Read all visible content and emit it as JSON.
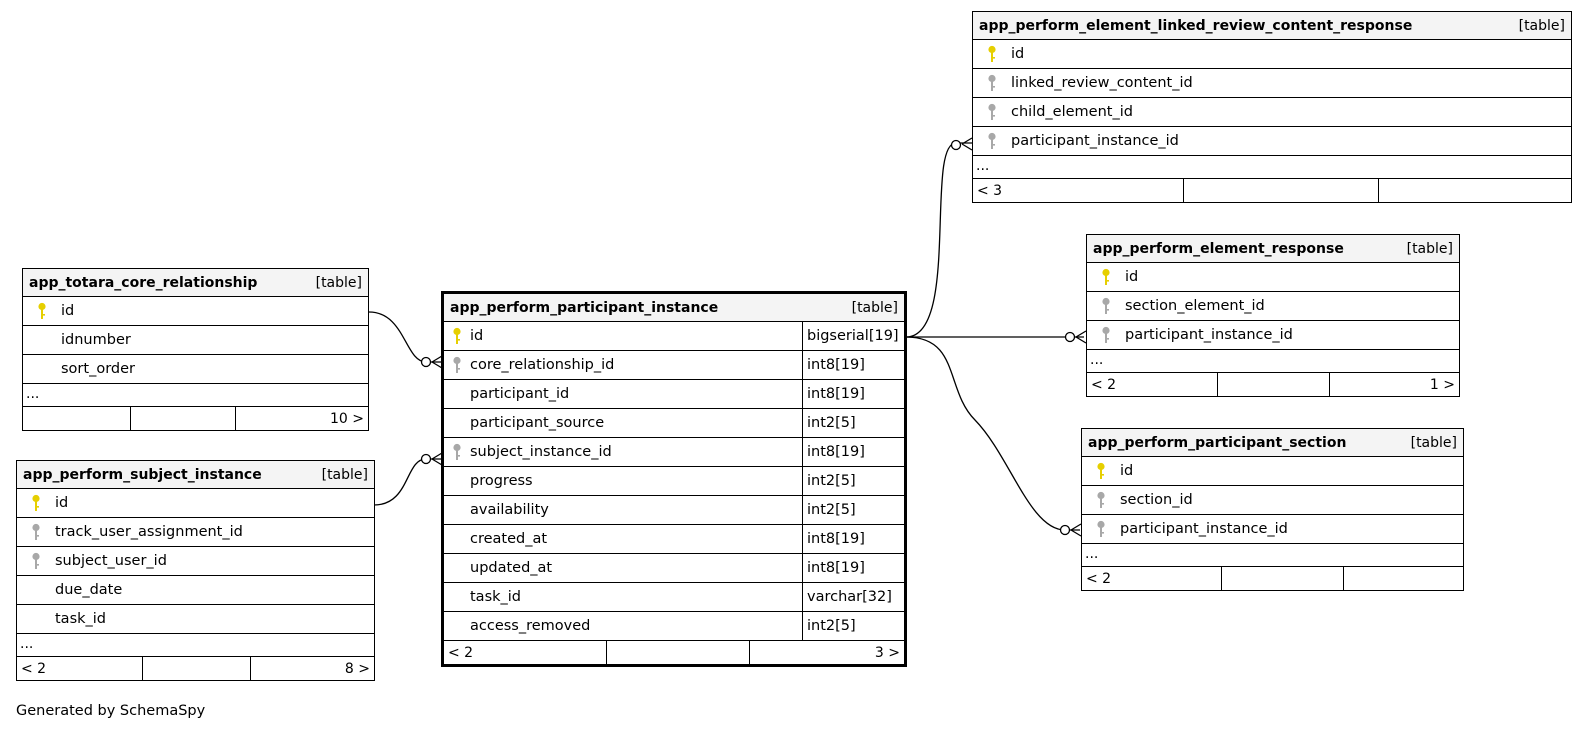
{
  "tables": {
    "core_relationship": {
      "name": "app_totara_core_relationship",
      "kind": "[table]",
      "columns": [
        {
          "name": "id",
          "key": "primary"
        },
        {
          "name": "idnumber",
          "key": "none"
        },
        {
          "name": "sort_order",
          "key": "none"
        }
      ],
      "more": "...",
      "footer": [
        "",
        "",
        "10 >"
      ]
    },
    "subject_instance": {
      "name": "app_perform_subject_instance",
      "kind": "[table]",
      "columns": [
        {
          "name": "id",
          "key": "primary"
        },
        {
          "name": "track_user_assignment_id",
          "key": "foreign"
        },
        {
          "name": "subject_user_id",
          "key": "foreign"
        },
        {
          "name": "due_date",
          "key": "none"
        },
        {
          "name": "task_id",
          "key": "none"
        }
      ],
      "more": "...",
      "footer": [
        "< 2",
        "",
        "8 >"
      ]
    },
    "participant_instance": {
      "name": "app_perform_participant_instance",
      "kind": "[table]",
      "columns": [
        {
          "name": "id",
          "type": "bigserial[19]",
          "key": "primary"
        },
        {
          "name": "core_relationship_id",
          "type": "int8[19]",
          "key": "foreign"
        },
        {
          "name": "participant_id",
          "type": "int8[19]",
          "key": "none"
        },
        {
          "name": "participant_source",
          "type": "int2[5]",
          "key": "none"
        },
        {
          "name": "subject_instance_id",
          "type": "int8[19]",
          "key": "foreign"
        },
        {
          "name": "progress",
          "type": "int2[5]",
          "key": "none"
        },
        {
          "name": "availability",
          "type": "int2[5]",
          "key": "none"
        },
        {
          "name": "created_at",
          "type": "int8[19]",
          "key": "none"
        },
        {
          "name": "updated_at",
          "type": "int8[19]",
          "key": "none"
        },
        {
          "name": "task_id",
          "type": "varchar[32]",
          "key": "none"
        },
        {
          "name": "access_removed",
          "type": "int2[5]",
          "key": "none"
        }
      ],
      "footer": [
        "< 2",
        "",
        "3 >"
      ]
    },
    "linked_review": {
      "name": "app_perform_element_linked_review_content_response",
      "kind": "[table]",
      "columns": [
        {
          "name": "id",
          "key": "primary"
        },
        {
          "name": "linked_review_content_id",
          "key": "foreign"
        },
        {
          "name": "child_element_id",
          "key": "foreign"
        },
        {
          "name": "participant_instance_id",
          "key": "foreign"
        }
      ],
      "more": "...",
      "footer": [
        "< 3",
        "",
        ""
      ]
    },
    "element_response": {
      "name": "app_perform_element_response",
      "kind": "[table]",
      "columns": [
        {
          "name": "id",
          "key": "primary"
        },
        {
          "name": "section_element_id",
          "key": "foreign"
        },
        {
          "name": "participant_instance_id",
          "key": "foreign"
        }
      ],
      "more": "...",
      "footer": [
        "< 2",
        "",
        "1 >"
      ]
    },
    "participant_section": {
      "name": "app_perform_participant_section",
      "kind": "[table]",
      "columns": [
        {
          "name": "id",
          "key": "primary"
        },
        {
          "name": "section_id",
          "key": "foreign"
        },
        {
          "name": "participant_instance_id",
          "key": "foreign"
        }
      ],
      "more": "...",
      "footer": [
        "< 2",
        "",
        ""
      ]
    }
  },
  "credit": "Generated by SchemaSpy",
  "colors": {
    "primary_key": "#e6cf00",
    "foreign_key": "#a8a8a8",
    "header_bg": "#f4f4f4"
  }
}
